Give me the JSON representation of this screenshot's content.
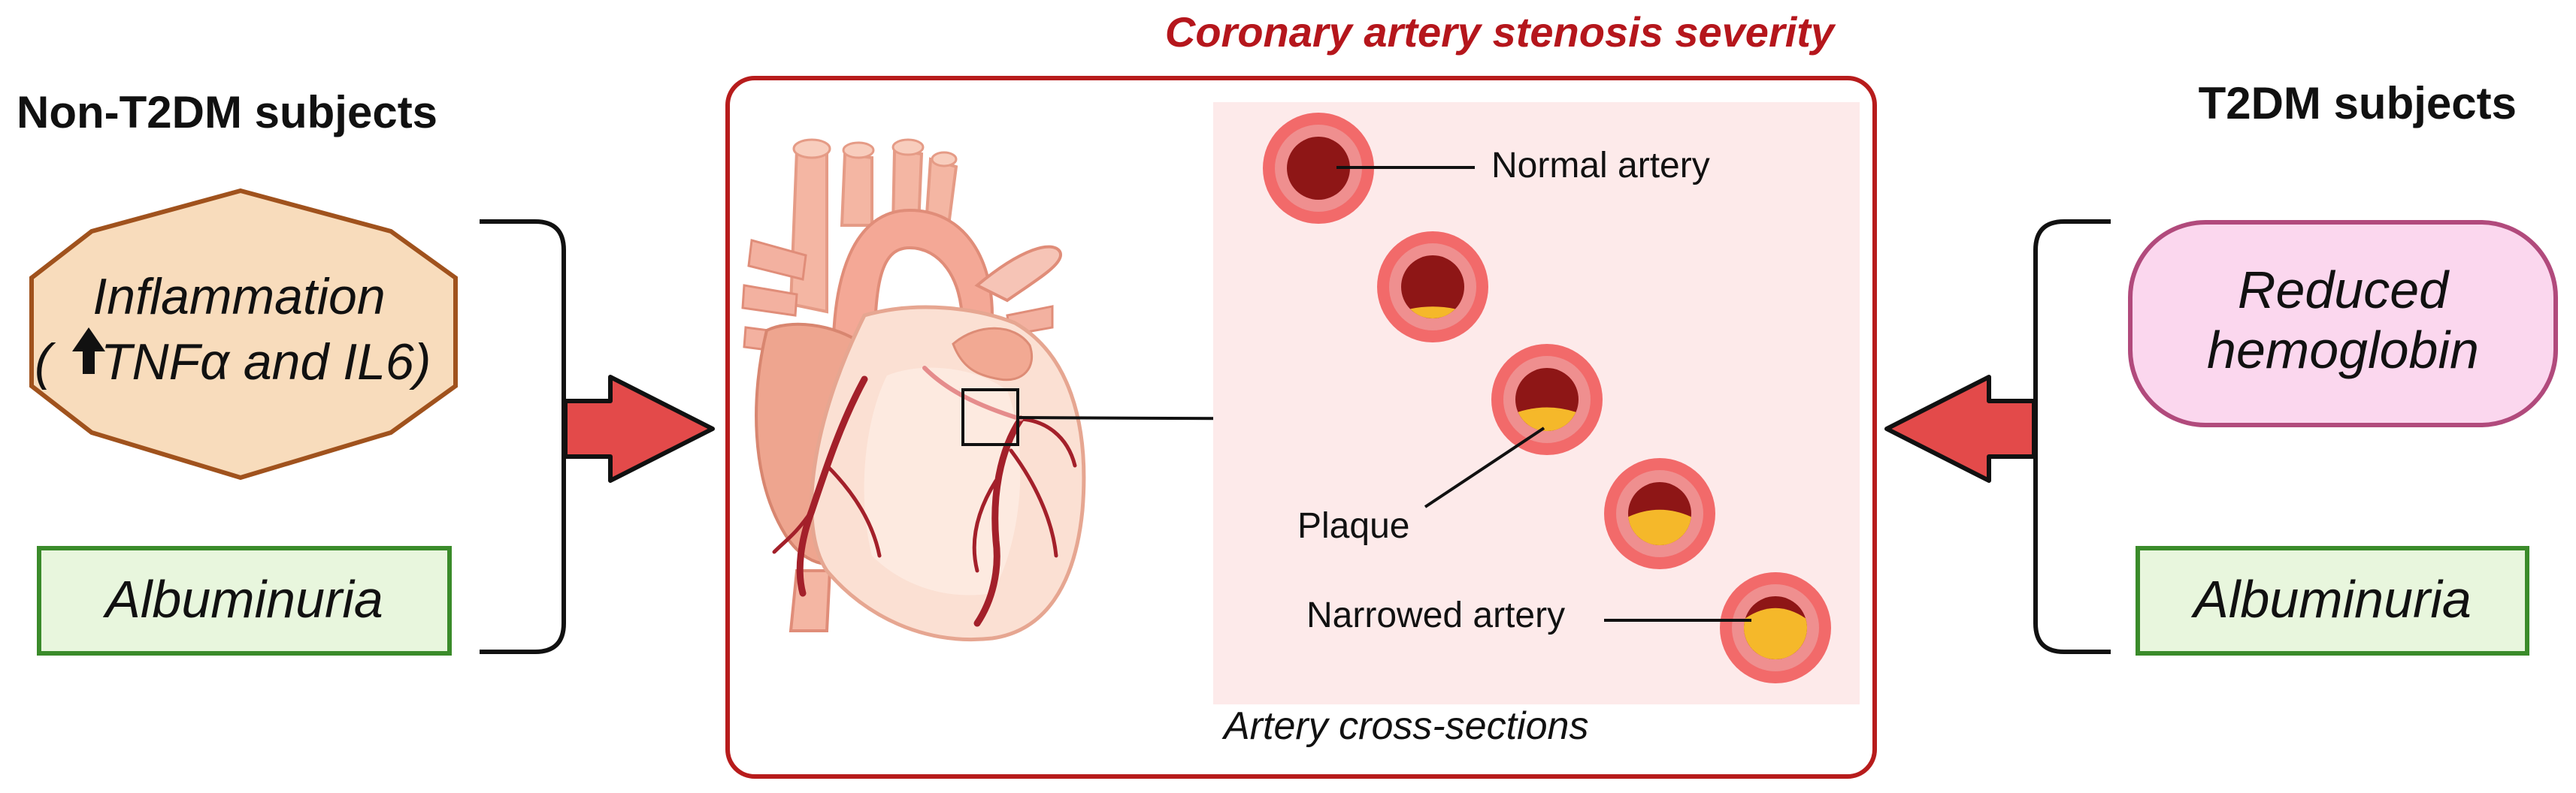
{
  "title": "Coronary artery stenosis severity",
  "left_group": {
    "heading": "Non-T2DM subjects",
    "factor1": {
      "line1": "Inflammation",
      "line2_prefix": "(",
      "line2": "TNFα and IL6)"
    },
    "factor2": "Albuminuria"
  },
  "right_group": {
    "heading": "T2DM subjects",
    "factor1": {
      "line1": "Reduced",
      "line2": "hemoglobin"
    },
    "factor2": "Albuminuria"
  },
  "cross_sections": {
    "caption": "Artery cross-sections",
    "label_normal": "Normal artery",
    "label_plaque": "Plaque",
    "label_narrowed": "Narrowed artery",
    "stenosis_stages": [
      0,
      0.15,
      0.3,
      0.45,
      0.65
    ]
  },
  "colors": {
    "title_red": "#b5161c",
    "frame_red": "#b71c1c",
    "arrow_red": "#e34a4a",
    "hexagon_fill": "#f8dcbc",
    "hexagon_stroke": "#a0521d",
    "albuminuria_fill": "#e8f6dd",
    "albuminuria_stroke": "#3a8b2a",
    "hemoglobin_fill": "#fbd7ee",
    "hemoglobin_stroke": "#b14a7c",
    "panel_bg": "#fdeaea",
    "artery_outer": "#f26a6a",
    "artery_wall": "#ef8f8f",
    "lumen": "#8e1616",
    "plaque": "#f5b82a"
  }
}
